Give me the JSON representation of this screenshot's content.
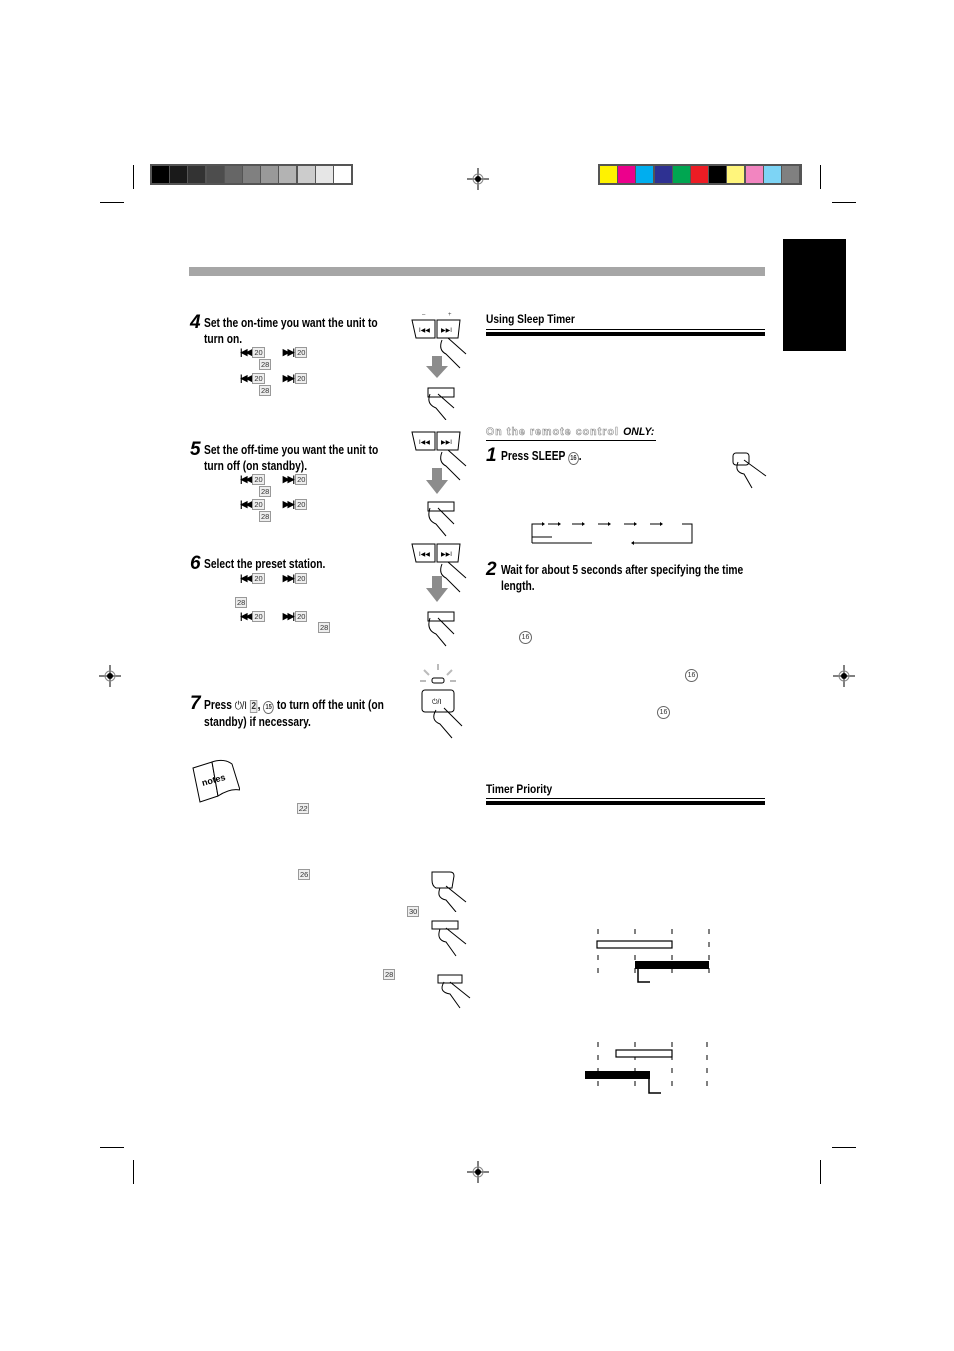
{
  "print_marks": {
    "gray_swatches": [
      "#000000",
      "#1a1a1a",
      "#333333",
      "#4d4d4d",
      "#666666",
      "#808080",
      "#999999",
      "#b3b3b3",
      "#cccccc",
      "#e6e6e6",
      "#ffffff"
    ],
    "color_swatches": [
      "#fff200",
      "#ec008c",
      "#00aeef",
      "#2e3192",
      "#00a651",
      "#ed1c24",
      "#000000",
      "#fff57c",
      "#f285c0",
      "#7dd4f5",
      "#808080"
    ]
  },
  "left_column": {
    "steps": [
      {
        "number": "4",
        "title_line1": "Set the on-time you want the unit to",
        "title_line2": "turn on.",
        "subs": [
          {
            "prev_ref": "20",
            "next_ref": "20"
          },
          {
            "ref": "28"
          },
          {
            "prev_ref": "20",
            "next_ref": "20"
          },
          {
            "ref": "28"
          }
        ]
      },
      {
        "number": "5",
        "title_line1": "Set the off-time you want the unit to",
        "title_line2": "turn off (on standby).",
        "subs": [
          {
            "prev_ref": "20",
            "next_ref": "20"
          },
          {
            "ref": "28"
          },
          {
            "prev_ref": "20",
            "next_ref": "20"
          },
          {
            "ref": "28"
          }
        ]
      },
      {
        "number": "6",
        "title_line1": "Select the preset station.",
        "subs": [
          {
            "prev_ref": "20",
            "next_ref": "20"
          },
          {
            "ref": "28"
          },
          {
            "prev_ref": "20",
            "next_ref": "20"
          },
          {
            "ref": "28"
          }
        ]
      },
      {
        "number": "7",
        "title_prefix": "Press",
        "power_symbol": "⏻/I",
        "box_ref": "2",
        "circle_ref": "15",
        "title_rest": "to turn off the unit (on",
        "title_line2": "standby) if necessary."
      }
    ],
    "notes": {
      "icon_label": "notes",
      "refs": [
        "22",
        "26",
        "30",
        "28"
      ]
    },
    "button_labels": {
      "prev": "⏮",
      "next": "⏭",
      "minus": "–",
      "plus": "+",
      "power": "⏻/I"
    }
  },
  "right_column": {
    "sleep_timer": {
      "heading": "Using Sleep Timer",
      "remote_prefix": "On the remote control",
      "remote_only": "ONLY",
      "remote_colon": ":",
      "step1_number": "1",
      "step1_text": "Press SLEEP",
      "step1_ref": "16",
      "step1_period": ".",
      "step2_number": "2",
      "step2_line1": "Wait for about 5 seconds after specifying the time",
      "step2_line2": "length.",
      "refs": [
        "16",
        "16",
        "16"
      ]
    },
    "timer_priority": {
      "heading": "Timer Priority"
    }
  }
}
